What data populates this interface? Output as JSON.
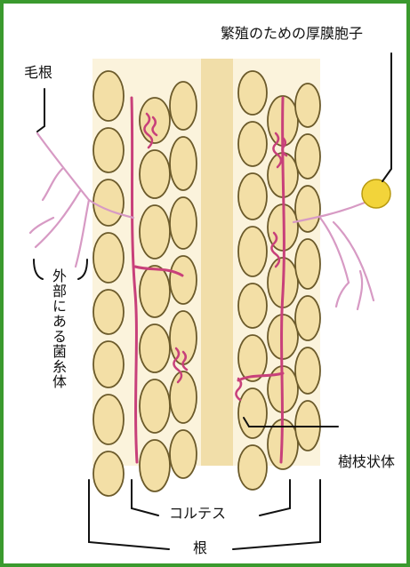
{
  "labels": {
    "root_hair": "毛根",
    "chlamydospore": "繁殖のための厚膜胞子",
    "external_hyphae": "外部にある菌糸体",
    "arbuscule": "樹枝状体",
    "cortex": "コルテス",
    "root": "根"
  },
  "colors": {
    "frame": "#3a9a2e",
    "cell_wall": "#6b5a2a",
    "cell_fill": "#f3dfa6",
    "stele": "#eed9a0",
    "hyphae": "#c8407a",
    "spore": "#f2d43a"
  }
}
